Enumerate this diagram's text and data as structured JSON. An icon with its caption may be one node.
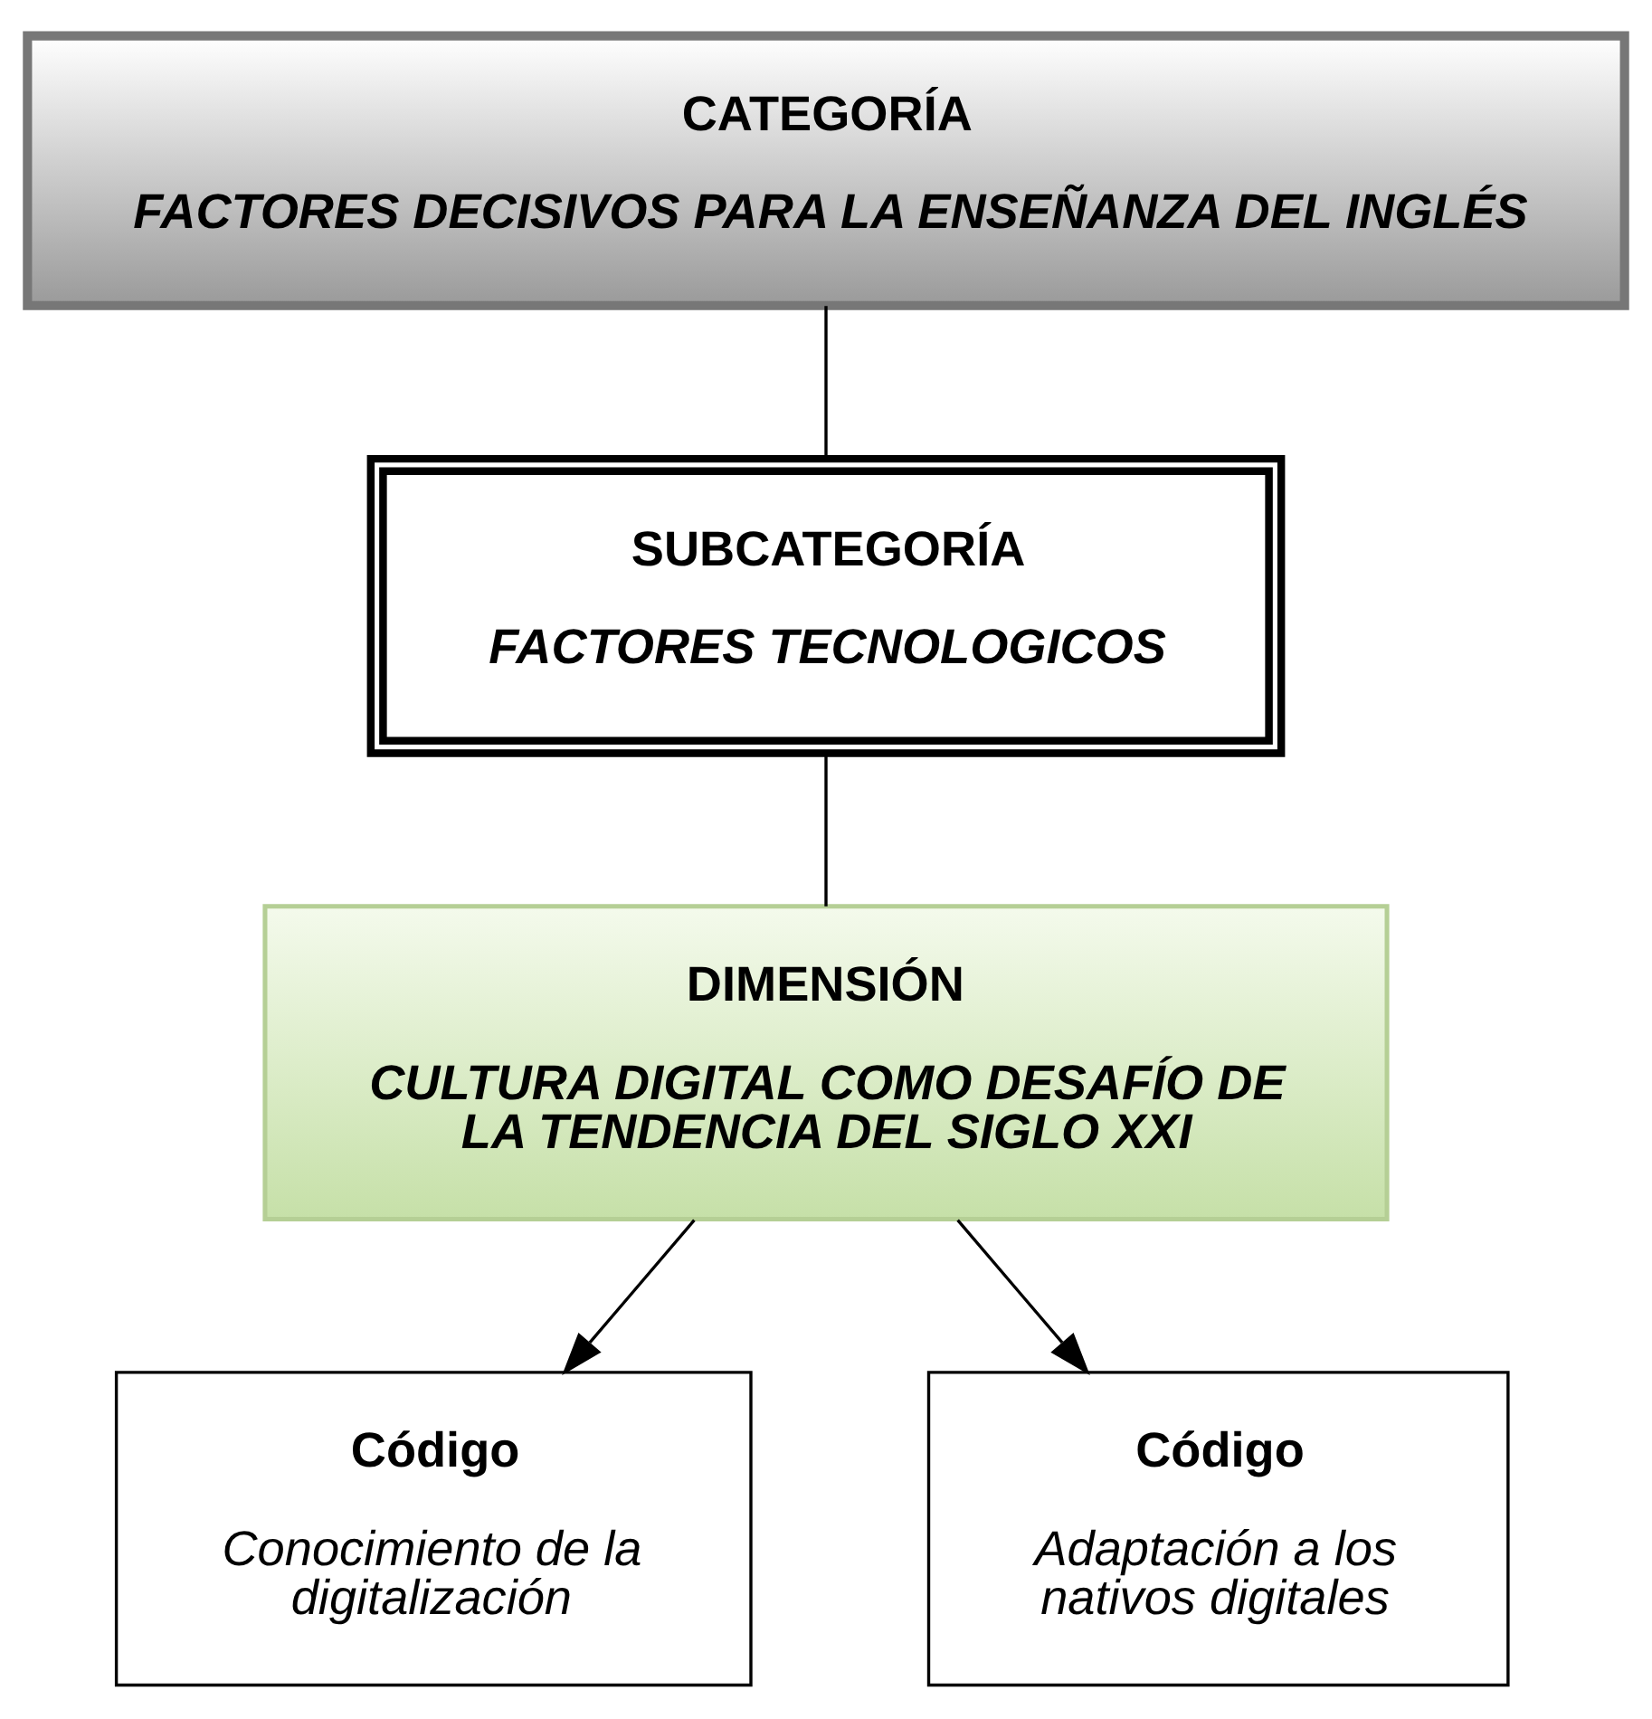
{
  "diagram": {
    "nodes": [
      {
        "text": [
          "CATEGORÍA",
          "FACTORES DECISIVOS PARA LA ENSEÑANZA DEL INGLÉS"
        ]
      },
      {
        "text": [
          "SUBCATEGORÍA",
          "FACTORES TECNOLOGICOS"
        ]
      },
      {
        "text": [
          "DIMENSIÓN",
          "CULTURA DIGITAL COMO DESAFÍO DE LA TENDENCIA DEL SIGLO XXI"
        ]
      },
      {
        "text": [
          "Código",
          "Conocimiento de la digitalización"
        ]
      },
      {
        "text": [
          "Código",
          "Adaptación a los nativos digitales"
        ]
      }
    ],
    "edges": [
      {
        "from": 0,
        "to": 1,
        "arrow": "none"
      },
      {
        "from": 1,
        "to": 2,
        "arrow": "none"
      },
      {
        "from": 2,
        "to": 3,
        "arrow": "to"
      },
      {
        "from": 2,
        "to": 4,
        "arrow": "to"
      }
    ]
  }
}
